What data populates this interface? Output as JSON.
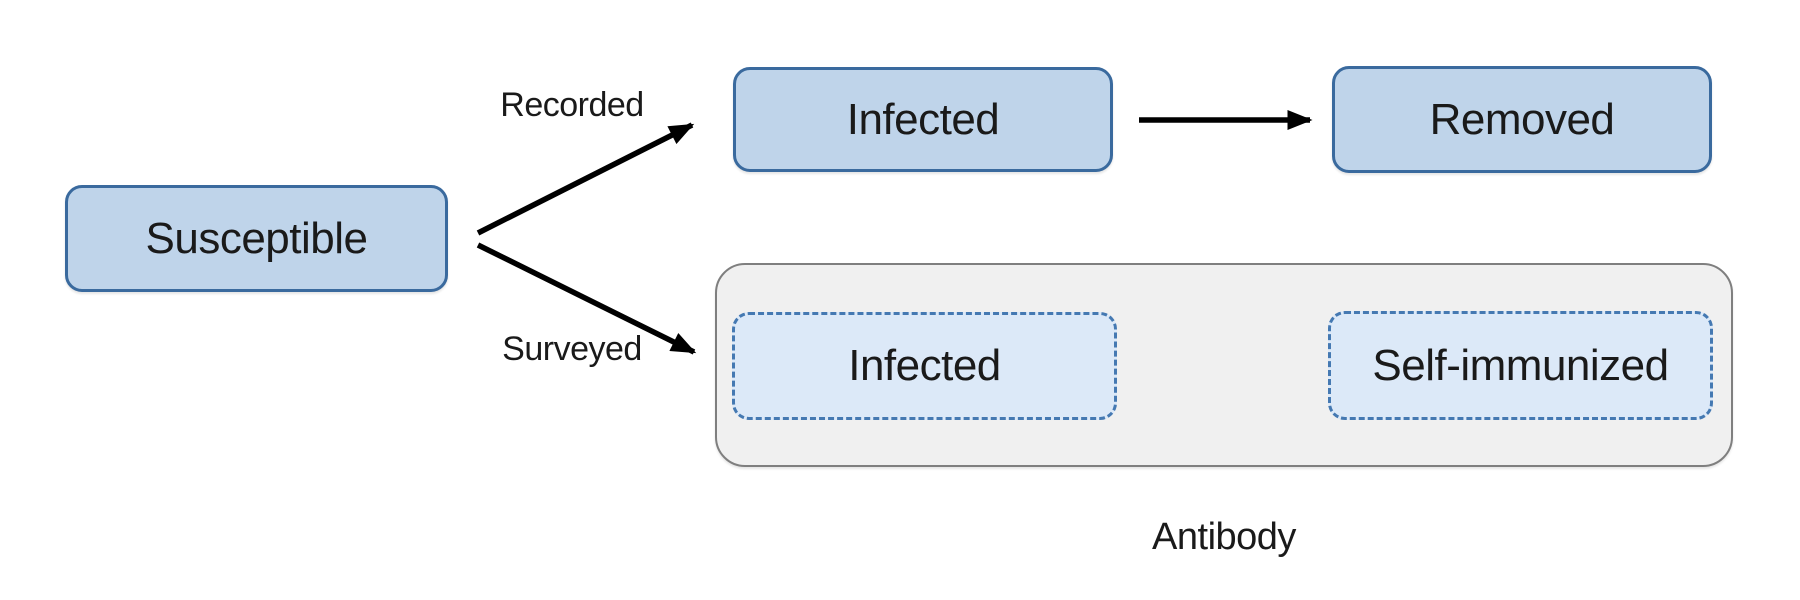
{
  "diagram": {
    "nodes": {
      "susceptible": {
        "label": "Susceptible"
      },
      "infected_recorded": {
        "label": "Infected"
      },
      "removed": {
        "label": "Removed"
      },
      "infected_surveyed": {
        "label": "Infected"
      },
      "self_immunized": {
        "label": "Self-immunized"
      }
    },
    "edge_labels": {
      "recorded": "Recorded",
      "surveyed": "Surveyed"
    },
    "group": {
      "label": "Antibody"
    },
    "colors": {
      "solid_node_fill": "#BFD4EA",
      "solid_node_border": "#3A6A9E",
      "dashed_node_fill": "#DCE9F8",
      "dashed_node_border": "#4579B2",
      "group_fill": "#F0F0F0",
      "group_border": "#7F7F7F",
      "arrow": "#000000"
    }
  }
}
